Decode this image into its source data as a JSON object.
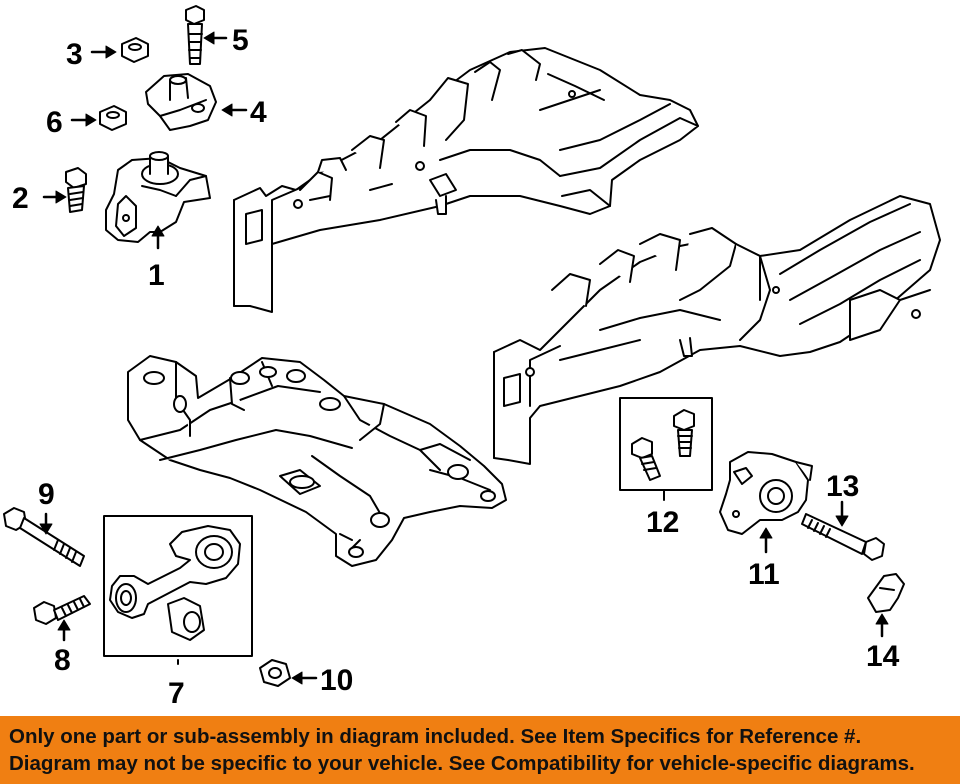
{
  "callouts": [
    "1",
    "2",
    "3",
    "4",
    "5",
    "6",
    "7",
    "8",
    "9",
    "10",
    "11",
    "12",
    "13",
    "14"
  ],
  "disclaimer": {
    "line1": "Only one part or sub-assembly in diagram included. See Item Specifics for Reference #.",
    "line2": "Diagram may not be specific to your vehicle. See Compatibility for vehicle-specific diagrams."
  },
  "colors": {
    "banner": "#f07f12",
    "line": "#000000",
    "background": "#ffffff"
  }
}
